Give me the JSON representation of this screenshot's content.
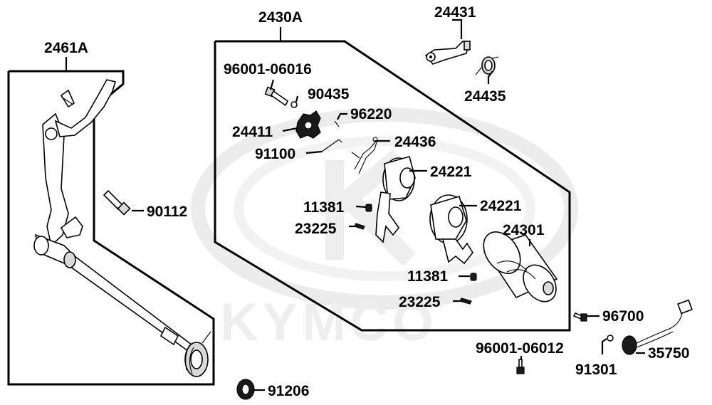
{
  "watermark": {
    "brand": "KYMCO"
  },
  "groups": [
    {
      "label": "2461A"
    },
    {
      "label": "2430A"
    }
  ],
  "parts": [
    {
      "label": "24431"
    },
    {
      "label": "24435"
    },
    {
      "label": "96001-06016"
    },
    {
      "label": "90435"
    },
    {
      "label": "96220"
    },
    {
      "label": "24411"
    },
    {
      "label": "24436"
    },
    {
      "label": "91100"
    },
    {
      "label": "24221"
    },
    {
      "label": "24221"
    },
    {
      "label": "90112"
    },
    {
      "label": "11381"
    },
    {
      "label": "23225"
    },
    {
      "label": "24301"
    },
    {
      "label": "11381"
    },
    {
      "label": "23225"
    },
    {
      "label": "96700"
    },
    {
      "label": "96001-06012"
    },
    {
      "label": "91301"
    },
    {
      "label": "35750"
    },
    {
      "label": "91206"
    }
  ]
}
